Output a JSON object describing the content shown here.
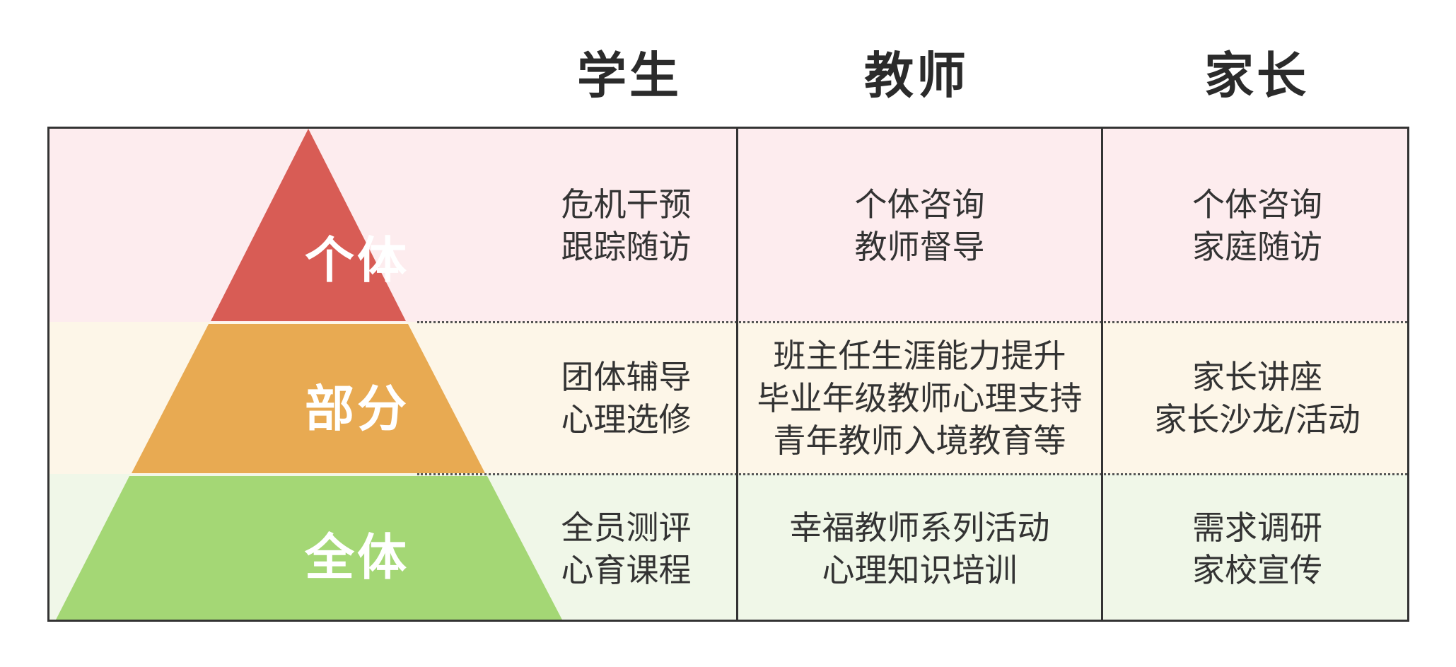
{
  "columns": {
    "student": "学生",
    "teacher": "教师",
    "parent": "家长"
  },
  "tiers": {
    "individual": {
      "label": "个体",
      "color": "#d85c55",
      "student": [
        "危机干预",
        "跟踪随访"
      ],
      "teacher": [
        "个体咨询",
        "教师督导"
      ],
      "parent": [
        "个体咨询",
        "家庭随访"
      ]
    },
    "part": {
      "label": "部分",
      "color": "#e8aa52",
      "student": [
        "团体辅导",
        "心理选修"
      ],
      "teacher": [
        "班主任生涯能力提升",
        "毕业年级教师心理支持",
        "青年教师入境教育等"
      ],
      "parent": [
        "家长讲座",
        "家长沙龙/活动"
      ]
    },
    "all": {
      "label": "全体",
      "color": "#a4d775",
      "student": [
        "全员测评",
        "心育课程"
      ],
      "teacher": [
        "幸福教师系列活动",
        "心理知识培训"
      ],
      "parent": [
        "需求调研",
        "家校宣传"
      ]
    }
  },
  "band_colors": {
    "individual": "#fdecee",
    "part": "#fdf6e8",
    "all": "#f0f7e8"
  }
}
